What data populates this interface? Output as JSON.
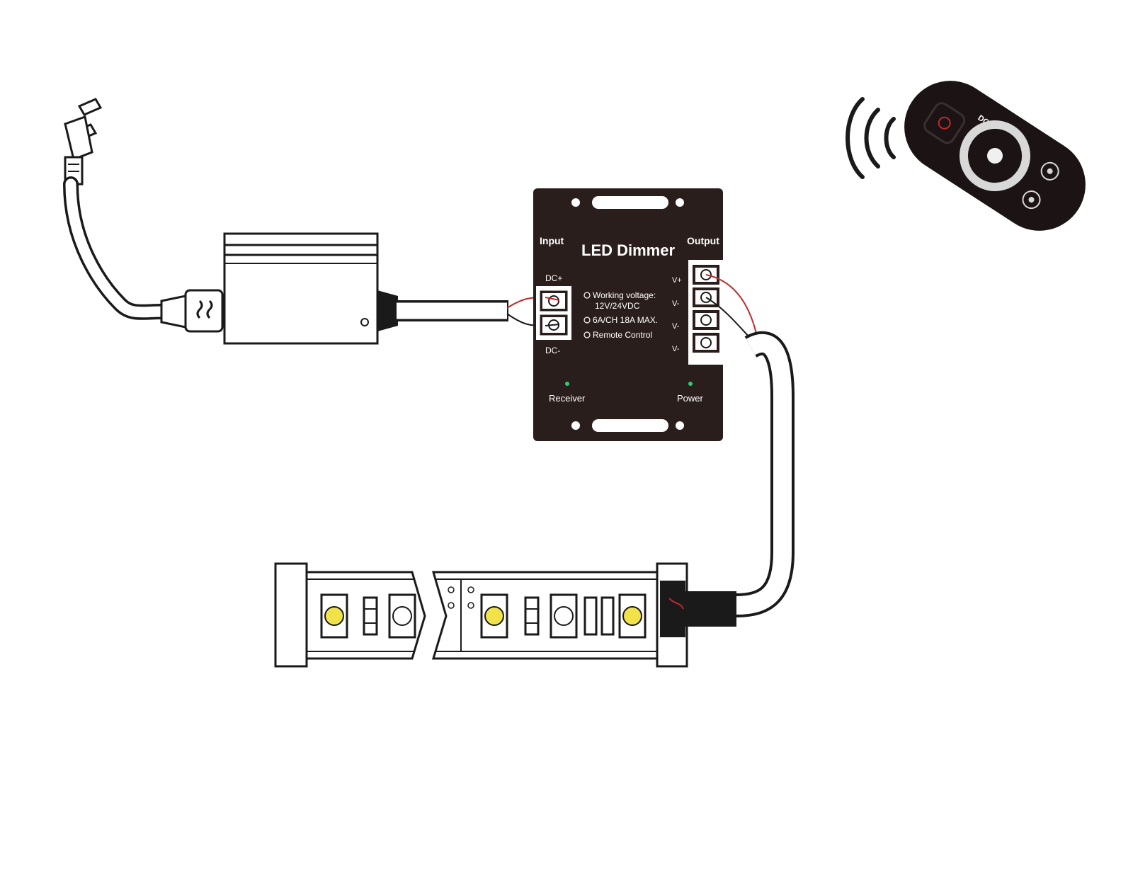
{
  "dimmer": {
    "title": "LED Dimmer",
    "input_label": "Input",
    "output_label": "Output",
    "input_terminals": [
      "DC+",
      "DC-"
    ],
    "output_terminals": [
      "V+",
      "V-",
      "V-",
      "V-"
    ],
    "specs": [
      "Working voltage:",
      "12V/24VDC",
      "6A/CH 18A MAX.",
      "Remote Control"
    ],
    "receiver_label": "Receiver",
    "power_label": "Power"
  },
  "remote": {
    "brand": "DC"
  },
  "colors": {
    "line": "#1a1a1a",
    "dimmer_body": "#2a1e1c",
    "remote_body": "#1c1414",
    "wire_red": "#c0282c",
    "led_yellow": "#f2e24a",
    "indicator_green": "#2ecc71"
  }
}
